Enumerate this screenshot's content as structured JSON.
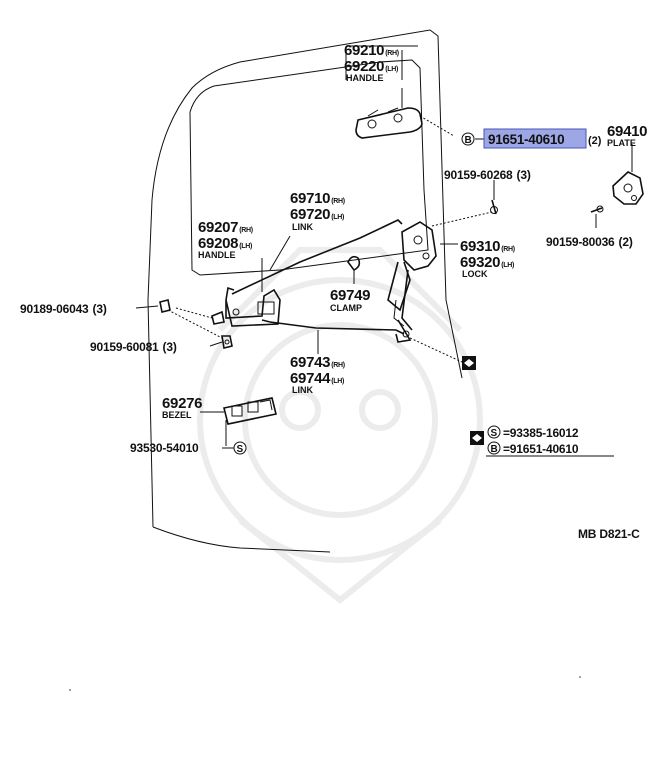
{
  "diagram": {
    "header_part": {
      "rh": "69210",
      "rh_tag": "(RH)",
      "lh": "69220",
      "lh_tag": "(LH)",
      "name": "HANDLE"
    },
    "highlighted_part": {
      "symbol": "B",
      "number": "91651-40610",
      "qty": "(2)"
    },
    "plate": {
      "number": "69410",
      "name": "PLATE"
    },
    "bolt_a": {
      "number": "90159-60268",
      "qty": "(3)"
    },
    "bolt_b": {
      "number": "90159-80036",
      "qty": "(2)"
    },
    "link_upper": {
      "rh": "69710",
      "rh_tag": "(RH)",
      "lh": "69720",
      "lh_tag": "(LH)",
      "name": "LINK"
    },
    "inner_handle": {
      "rh": "69207",
      "rh_tag": "(RH)",
      "lh": "69208",
      "lh_tag": "(LH)",
      "name": "HANDLE"
    },
    "lock": {
      "rh": "69310",
      "rh_tag": "(RH)",
      "lh": "69320",
      "lh_tag": "(LH)",
      "name": "LOCK"
    },
    "clamp": {
      "number": "69749",
      "name": "CLAMP"
    },
    "clip_a": {
      "number": "90189-06043",
      "qty": "(3)"
    },
    "clip_b": {
      "number": "90159-60081",
      "qty": "(3)"
    },
    "link_lower": {
      "rh": "69743",
      "rh_tag": "(RH)",
      "lh": "69744",
      "lh_tag": "(LH)",
      "name": "LINK"
    },
    "bezel": {
      "number": "69276",
      "name": "BEZEL"
    },
    "screw": {
      "number": "93530-54010",
      "symbol": "S"
    },
    "legend": [
      {
        "symbol": "S",
        "text": "=93385-16012"
      },
      {
        "symbol": "B",
        "text": "=91651-40610"
      }
    ],
    "figure_code": "MB D821-C"
  }
}
